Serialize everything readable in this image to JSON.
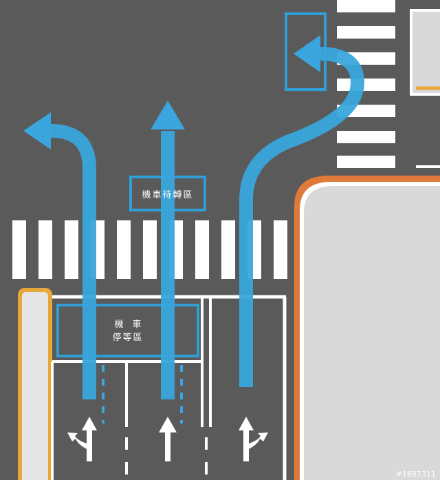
{
  "labels": {
    "motorcycle_waiting_area": "機車待轉區",
    "motorcycle_stop_area_line1": "機　車",
    "motorcycle_stop_area_line2": "停等區",
    "watermark": "#1687311"
  },
  "colors": {
    "road": "#5a5a5a",
    "marking_white": "#ffffff",
    "path_blue": "#3aa6dd",
    "box_blue": "#2f9fd8",
    "curb_orange": "#e0562a",
    "curb_yellow": "#e7a83a",
    "sidewalk": "#d9d9d9",
    "median": "#e6e6e6"
  },
  "icons": {
    "left_arrow": "arrow-left-turn-icon",
    "straight_arrow": "arrow-straight-icon",
    "right_arrow": "arrow-right-turn-icon"
  }
}
